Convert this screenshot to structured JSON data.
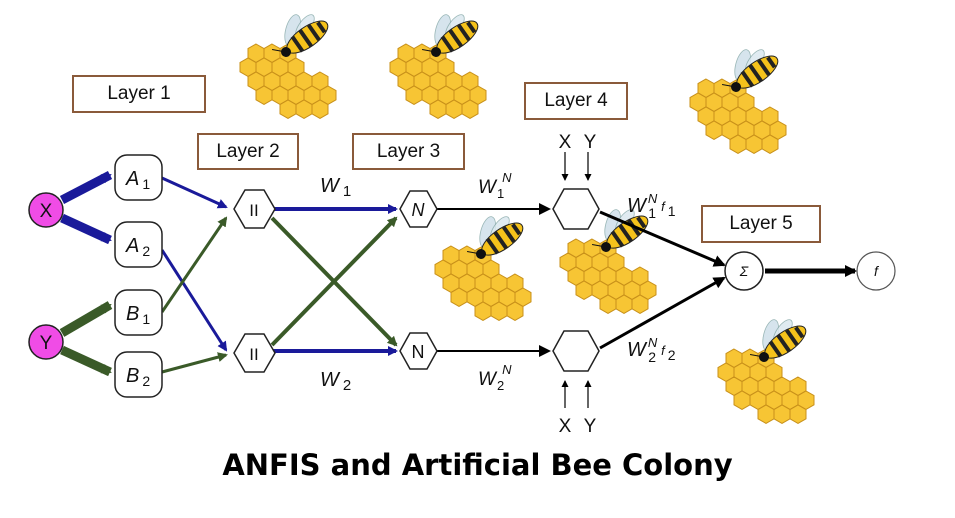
{
  "title": "ANFIS and Artificial Bee Colony",
  "layers": [
    "Layer 1",
    "Layer 2",
    "Layer 3",
    "Layer 4",
    "Layer 5"
  ],
  "inputs": {
    "x": "X",
    "y": "Y"
  },
  "membership_nodes": [
    {
      "letter": "A",
      "sub": "1"
    },
    {
      "letter": "A",
      "sub": "2"
    },
    {
      "letter": "B",
      "sub": "1"
    },
    {
      "letter": "B",
      "sub": "2"
    }
  ],
  "product_label": "II",
  "norm_labels": [
    "N",
    "N"
  ],
  "weights": [
    {
      "letter": "W",
      "sub": "1"
    },
    {
      "letter": "W",
      "sub": "2"
    }
  ],
  "normalized_weights": [
    {
      "letter": "W",
      "sub": "1",
      "sup": "N"
    },
    {
      "letter": "W",
      "sub": "2",
      "sup": "N"
    }
  ],
  "layer4_inputs": [
    "X",
    "Y"
  ],
  "consequent_labels": [
    {
      "letter": "W",
      "sup": "N",
      "sub": "1",
      "f": "f",
      "fsub": "1"
    },
    {
      "letter": "W",
      "sup": "N",
      "sub": "2",
      "f": "f",
      "fsub": "2"
    }
  ],
  "sum_label": "Σ",
  "output_label": "f",
  "colors": {
    "input_fill": "#f04ce6",
    "blue_arrow": "#1a1a9a",
    "green_arrow": "#3a5a28",
    "box_border": "#8a5a3a",
    "honey": "#f7c534",
    "honey_stroke": "#c8901a",
    "bee_yellow": "#f5c21b",
    "wing": "#cfe0ea"
  }
}
